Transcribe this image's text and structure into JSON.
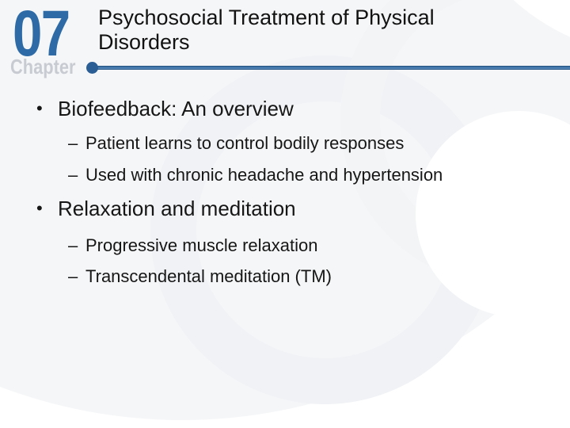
{
  "slide": {
    "chapter": {
      "number": "07",
      "label": "Chapter"
    },
    "title": "Psychosocial Treatment of Physical Disorders",
    "markers": {
      "bullet_char": "•",
      "dash_char": "–"
    },
    "bullets": [
      {
        "label": "Biofeedback: An overview",
        "sub": [
          "Patient learns to control bodily responses",
          "Used with chronic headache and hypertension"
        ]
      },
      {
        "label": "Relaxation and meditation",
        "sub": [
          "Progressive muscle relaxation",
          "Transcendental meditation (TM)"
        ]
      }
    ],
    "colors": {
      "accent_blue": "#2e6ba6",
      "divider_blue": "#2b5e94",
      "chapter_gray": "#c8cbd1",
      "text": "#161616",
      "watermark_gray": "#f5f6f8"
    }
  }
}
